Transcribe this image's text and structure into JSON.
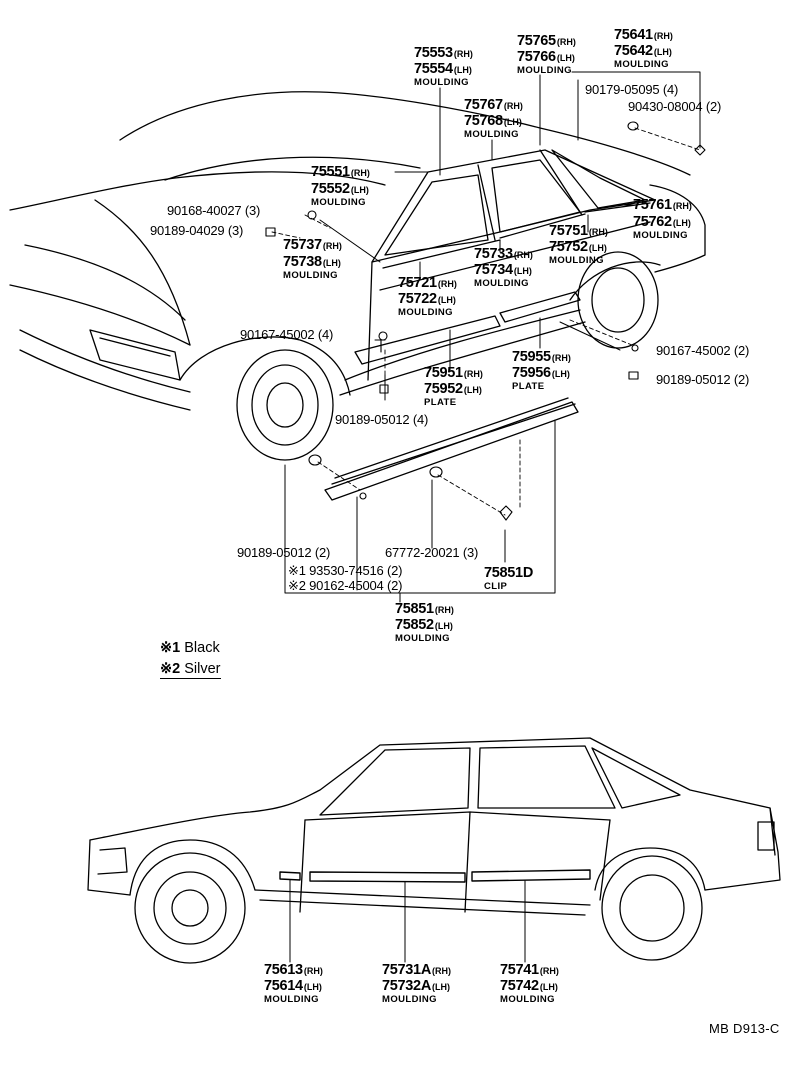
{
  "moulding": "MOULDING",
  "plate": "PLATE",
  "clip": "CLIP",
  "rh": "(RH)",
  "lh": "(LH)",
  "parts": {
    "p75553": "75553",
    "p75554": "75554",
    "p75765": "75765",
    "p75766": "75766",
    "p75641": "75641",
    "p75642": "75642",
    "p75767": "75767",
    "p75768": "75768",
    "p75551": "75551",
    "p75552": "75552",
    "p75737": "75737",
    "p75738": "75738",
    "p75721": "75721",
    "p75722": "75722",
    "p75733": "75733",
    "p75734": "75734",
    "p75751": "75751",
    "p75752": "75752",
    "p75761": "75761",
    "p75762": "75762",
    "p75951": "75951",
    "p75952": "75952",
    "p75955": "75955",
    "p75956": "75956",
    "p75851": "75851",
    "p75852": "75852",
    "p75851D": "75851D",
    "p75613": "75613",
    "p75614": "75614",
    "p75731A": "75731A",
    "p75732A": "75732A",
    "p75741": "75741",
    "p75742": "75742"
  },
  "fasteners": {
    "f1": "90179-05095 (4)",
    "f2": "90430-08004 (2)",
    "f3": "90168-40027 (3)",
    "f4": "90189-04029 (3)",
    "f5": "90167-45002 (4)",
    "f6": "90167-45002 (2)",
    "f7": "90189-05012 (2)",
    "f8": "90189-05012 (4)",
    "f9": "90189-05012 (2)",
    "f10": "67772-20021 (3)",
    "f11": "※1 93530-74516 (2)",
    "f12": "※2 90162-45004 (2)"
  },
  "legend": {
    "mark1": "※1",
    "text1": "Black",
    "mark2": "※2",
    "text2": "Silver"
  },
  "diagram_code": "MB D913-C"
}
